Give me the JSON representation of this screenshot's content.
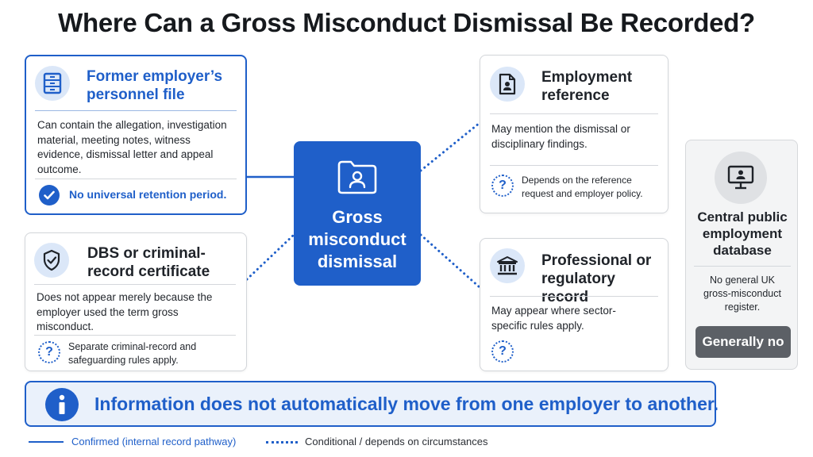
{
  "title": "Where Can a Gross Misconduct Dismissal Be Recorded?",
  "center": {
    "label": "Gross misconduct dismissal",
    "icon": "person-folder-icon"
  },
  "cards": {
    "personnel_file": {
      "heading": "Former employer’s personnel file",
      "icon": "filing-cabinet-icon",
      "body": "Can contain the allegation, investigation material, meeting notes, witness evidence, dismissal letter and appeal outcome.",
      "note": "No universal retention period.",
      "note_icon": "check-icon",
      "connector": "solid"
    },
    "dbs": {
      "heading": "DBS or criminal-record certificate",
      "icon": "shield-check-icon",
      "body": "Does not appear merely because the employer used the term gross misconduct.",
      "note": "Separate criminal-record and safeguarding rules apply.",
      "note_icon": "question-icon",
      "connector": "dotted"
    },
    "reference": {
      "heading": "Employment reference",
      "icon": "document-person-icon",
      "body": "May mention the dismissal or disciplinary findings.",
      "note": "Depends on the reference request and employer policy.",
      "note_icon": "question-icon",
      "connector": "dotted"
    },
    "regulatory": {
      "heading": "Professional or regulatory record",
      "icon": "institution-icon",
      "body": "May appear where sector-specific rules apply.",
      "note": "",
      "note_icon": "question-icon",
      "connector": "dotted"
    },
    "central_db": {
      "heading": "Central public employment database",
      "icon": "monitor-person-icon",
      "body": "No general UK gross-misconduct register.",
      "badge": "Generally no"
    }
  },
  "banner": {
    "text": "Information does not automatically move from one employer to another.",
    "icon": "info-icon"
  },
  "legend": {
    "solid": "Confirmed (internal record pathway)",
    "dotted": "Conditional / depends on circumstances"
  },
  "colors": {
    "accent": "#1f5fc9",
    "accent_light": "#dbe7f8",
    "badge_grey": "#5c6066",
    "side_bg": "#f3f4f5"
  }
}
